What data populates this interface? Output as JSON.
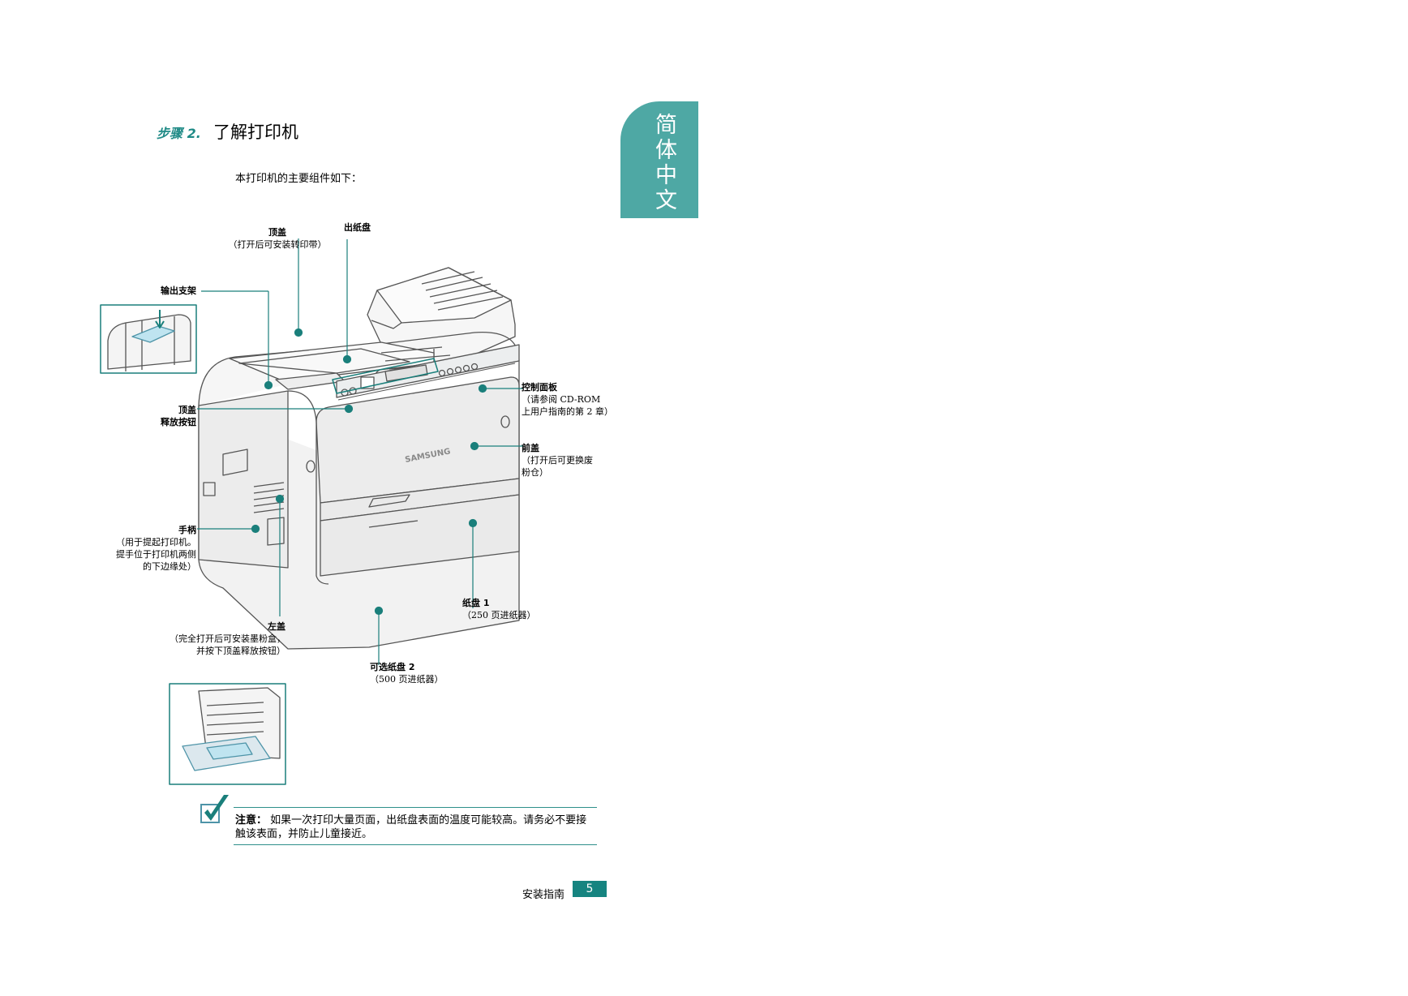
{
  "language_tab": "简体中文",
  "heading": {
    "prefix": "步骤 2.",
    "title": "了解打印机"
  },
  "intro": "本打印机的主要组件如下：",
  "labels": {
    "top_cover": {
      "title": "顶盖",
      "desc": "（打开后可安装转印带）"
    },
    "output_tray": {
      "title": "出纸盘"
    },
    "output_support": {
      "title": "输出支架"
    },
    "control_panel": {
      "title": "控制面板",
      "desc1": "（请参阅 CD-ROM",
      "desc2": "上用户指南的第 2 章）"
    },
    "top_cover_release": {
      "title1": "顶盖",
      "title2": "释放按钮"
    },
    "front_cover": {
      "title": "前盖",
      "desc1": "（打开后可更换废",
      "desc2": "粉仓）"
    },
    "handle": {
      "title": "手柄",
      "desc1": "（用于提起打印机。",
      "desc2": "提手位于打印机两侧",
      "desc3": "的下边缘处）"
    },
    "tray1": {
      "title": "纸盘 1",
      "desc": "（250 页进纸器）"
    },
    "left_cover": {
      "title": "左盖",
      "desc1": "（完全打开后可安装墨粉盒，",
      "desc2": "并按下顶盖释放按钮）"
    },
    "tray2": {
      "title": "可选纸盘 2",
      "desc": "（500 页进纸器）"
    }
  },
  "brand_mark": "SAMSUNG",
  "note": {
    "title": "注意：",
    "text": "如果一次打印大量页面，出纸盘表面的温度可能较高。请务必不要接触该表面，并防止儿童接近。"
  },
  "footer": {
    "label": "安装指南",
    "page": "5"
  },
  "colors": {
    "accent": "#4ea8a4",
    "leader": "#1a7f7b",
    "page_box": "#168480",
    "outline": "#555555"
  }
}
